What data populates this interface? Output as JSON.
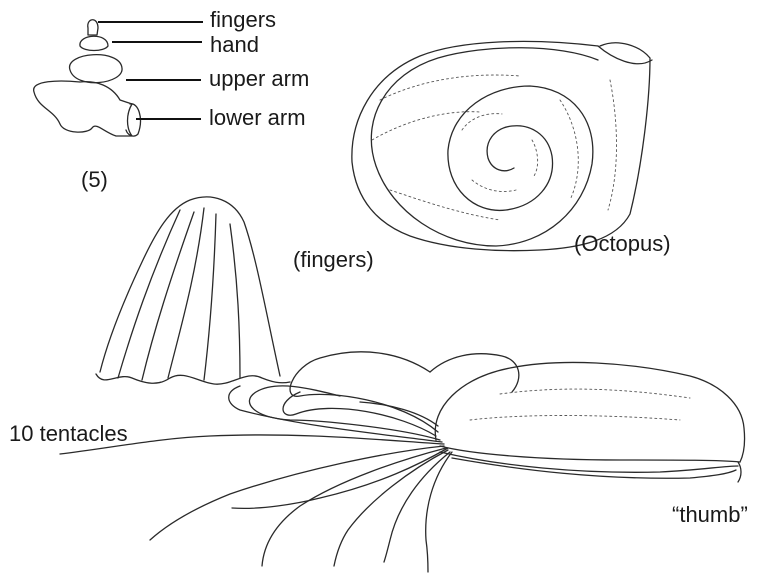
{
  "labels": {
    "fingers": "fingers",
    "hand": "hand",
    "upper_arm": "upper arm",
    "lower_arm": "lower arm",
    "figure_number": "(5)",
    "fingers_paren": "(fingers)",
    "octopus": "(Octopus)",
    "tentacles": "10 tentacles",
    "thumb": "“thumb”"
  }
}
